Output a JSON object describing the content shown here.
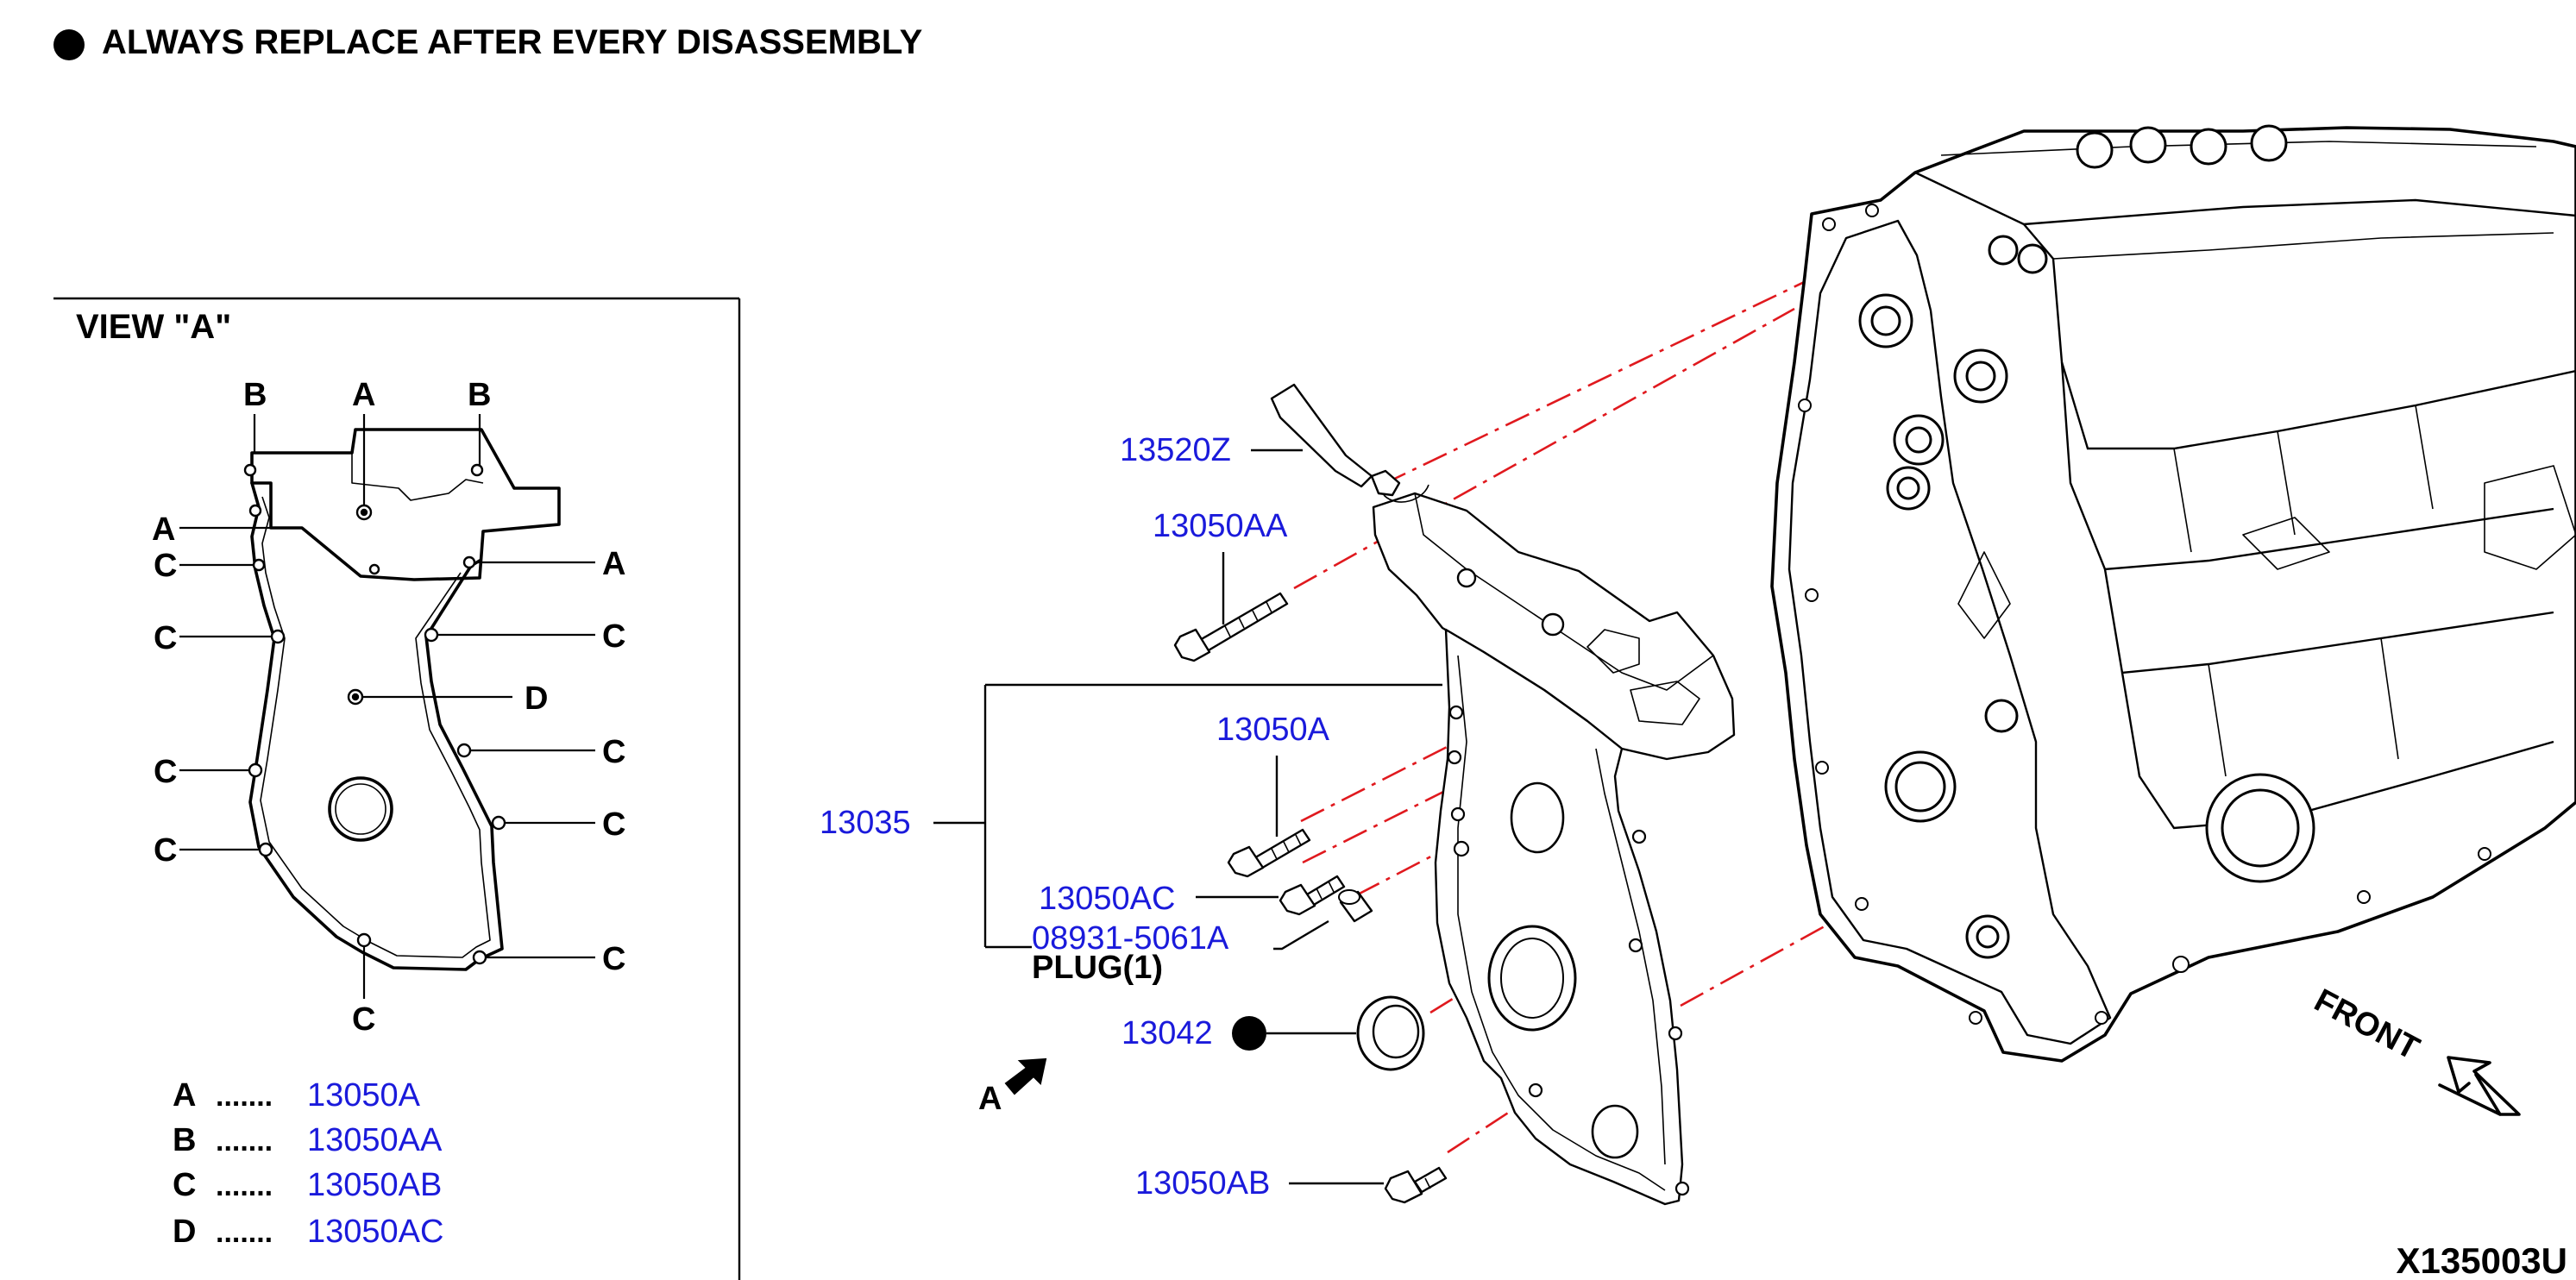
{
  "notice": {
    "text": "ALWAYS REPLACE AFTER EVERY DISASSEMBLY"
  },
  "view": {
    "title": "VIEW \"A\"",
    "markers": {
      "a": "A",
      "b": "B",
      "c": "C",
      "d": "D"
    },
    "legend": [
      {
        "letter": "A",
        "dots": ".......",
        "part": "13050A"
      },
      {
        "letter": "B",
        "dots": ".......",
        "part": "13050AA"
      },
      {
        "letter": "C",
        "dots": ".......",
        "part": "13050AB"
      },
      {
        "letter": "D",
        "dots": ".......",
        "part": "13050AC"
      }
    ]
  },
  "parts": {
    "p13520Z": "13520Z",
    "p13050AA": "13050AA",
    "p13050A": "13050A",
    "p13035": "13035",
    "p13050AC": "13050AC",
    "p08931": "08931-5061A",
    "plug": "PLUG(1)",
    "p13042": "13042",
    "p13050AB": "13050AB"
  },
  "view_arrow_label": "A",
  "front_label": "FRONT",
  "figure_code": "X135003U",
  "colors": {
    "part_number": "#1a1adb",
    "alignment_line": "#e0191e",
    "line_art": "#000000"
  }
}
